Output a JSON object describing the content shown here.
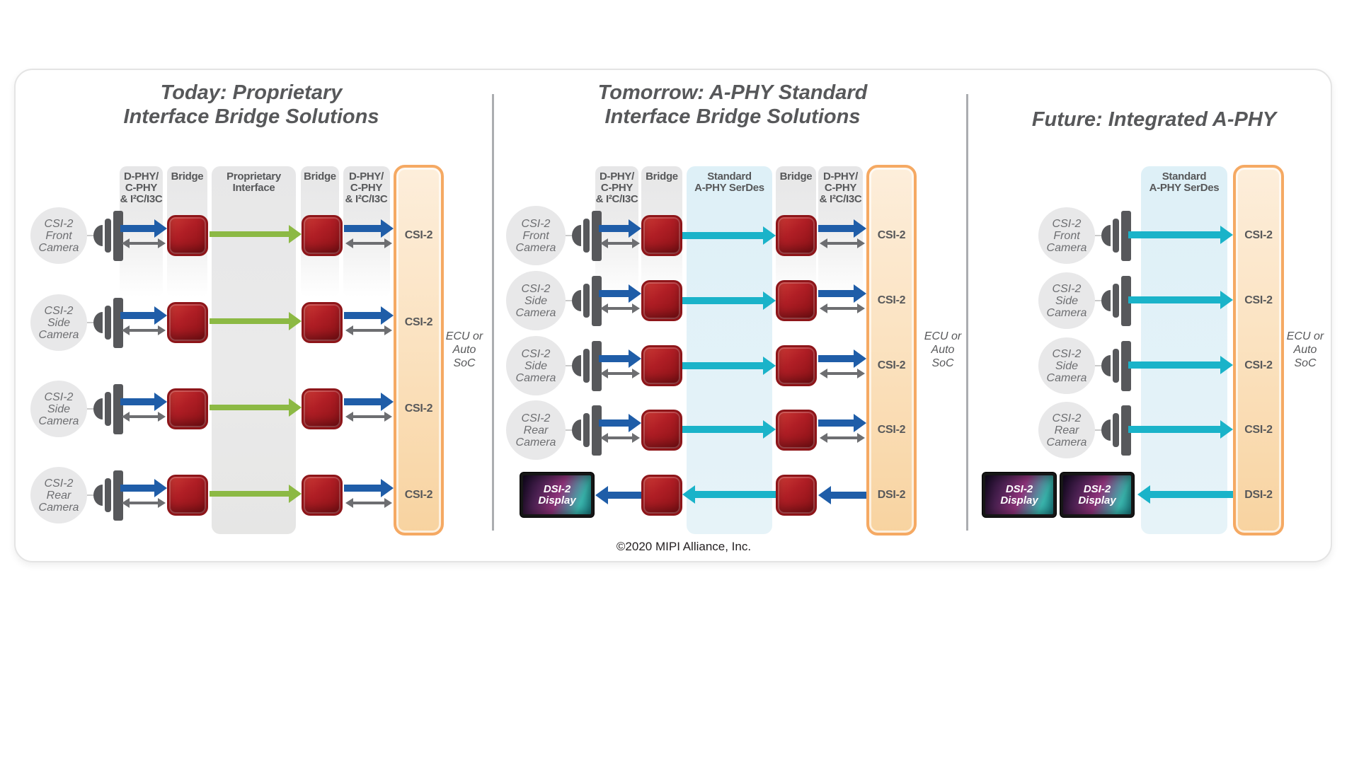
{
  "colors": {
    "blue": "#1f5da8",
    "cyan": "#1ab3c9",
    "green": "#8cb944",
    "gray_arrow": "#6d6e71",
    "red_fill": "#b01e25",
    "red_border": "#8e1519",
    "orange_border": "#f5a963",
    "band_gray": "#e8e8e9",
    "band_blue": "#e2f1f8",
    "text_dark": "#57585a",
    "text_medium": "#6d6e71"
  },
  "copyright": "©2020 MIPI Alliance, Inc.",
  "ecu_label": "ECU or\nAuto\nSoC",
  "panels": {
    "today": {
      "title": "Today: Proprietary\nInterface Bridge Solutions",
      "header_phy": "D-PHY/\nC-PHY\n& I²C/I3C",
      "header_bridge": "Bridge",
      "header_center": "Proprietary\nInterface",
      "cameras": [
        "CSI-2\nFront\nCamera",
        "CSI-2\nSide\nCamera",
        "CSI-2\nSide\nCamera",
        "CSI-2\nRear\nCamera"
      ],
      "ports": [
        "CSI-2",
        "CSI-2",
        "CSI-2",
        "CSI-2"
      ]
    },
    "tomorrow": {
      "title": "Tomorrow: A-PHY Standard\nInterface Bridge Solutions",
      "header_phy": "D-PHY/\nC-PHY\n& I²C/I3C",
      "header_bridge": "Bridge",
      "header_center": "Standard\nA-PHY SerDes",
      "cameras": [
        "CSI-2\nFront\nCamera",
        "CSI-2\nSide\nCamera",
        "CSI-2\nSide\nCamera",
        "CSI-2\nRear\nCamera"
      ],
      "display": "DSI-2\nDisplay",
      "ports": [
        "CSI-2",
        "CSI-2",
        "CSI-2",
        "CSI-2",
        "DSI-2"
      ]
    },
    "future": {
      "title": "Future: Integrated A-PHY",
      "header_center": "Standard\nA-PHY SerDes",
      "cameras": [
        "CSI-2\nFront\nCamera",
        "CSI-2\nSide\nCamera",
        "CSI-2\nSide\nCamera",
        "CSI-2\nRear\nCamera"
      ],
      "displays": [
        "DSI-2\nDisplay",
        "DSI-2\nDisplay"
      ],
      "ports": [
        "CSI-2",
        "CSI-2",
        "CSI-2",
        "CSI-2",
        "DSI-2"
      ]
    }
  }
}
